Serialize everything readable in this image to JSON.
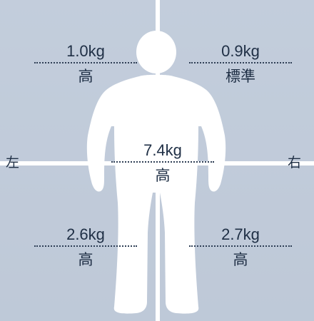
{
  "labels": {
    "left_side": "左",
    "right_side": "右"
  },
  "segments": {
    "left_arm": {
      "value": "1.0kg",
      "rating": "高"
    },
    "right_arm": {
      "value": "0.9kg",
      "rating": "標準"
    },
    "trunk": {
      "value": "7.4kg",
      "rating": "高"
    },
    "left_leg": {
      "value": "2.6kg",
      "rating": "高"
    },
    "right_leg": {
      "value": "2.7kg",
      "rating": "高"
    }
  }
}
